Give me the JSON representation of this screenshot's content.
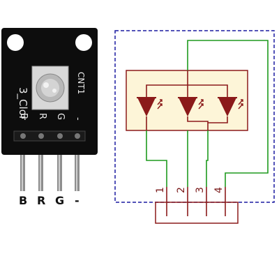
{
  "module": {
    "board_label": "3_Clor",
    "connector_label": "CNT1",
    "pad_labels": [
      "B",
      "R",
      "G",
      "-"
    ],
    "pin_labels": [
      "B",
      "R",
      "G",
      "-"
    ]
  },
  "schematic": {
    "pin_numbers": [
      "1",
      "2",
      "3",
      "4"
    ],
    "led_count": 3
  },
  "colors": {
    "board": "#0d0d0d",
    "wire_red": "#8b1a1a",
    "wire_green": "#1e9a1e",
    "border_blue": "#1a1aa0",
    "led_box_fill": "#fdf5d8",
    "pin_metal": "#9a9a9a"
  }
}
